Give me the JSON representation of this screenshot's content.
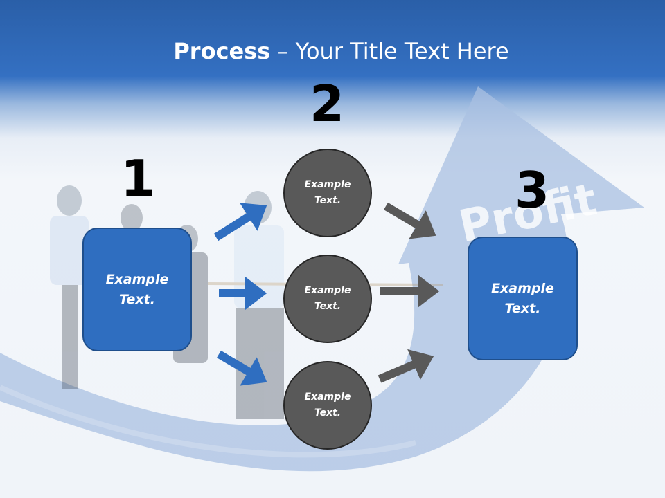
{
  "title": {
    "bold": "Process",
    "rest": " – Your Title Text Here"
  },
  "background": {
    "arrow_word": "Profit"
  },
  "steps": {
    "one": {
      "number": "1",
      "text": "Example\nText."
    },
    "two": {
      "number": "2",
      "circles": [
        {
          "text": "Example\nText."
        },
        {
          "text": "Example\nText."
        },
        {
          "text": "Example\nText."
        }
      ]
    },
    "three": {
      "number": "3",
      "text": "Example\nText."
    }
  },
  "colors": {
    "header_blue": "#2a5fa8",
    "box_blue": "#2f6ec0",
    "circle_gray": "#595959",
    "blue_arrow": "#2f6ec0",
    "gray_arrow": "#595959"
  }
}
